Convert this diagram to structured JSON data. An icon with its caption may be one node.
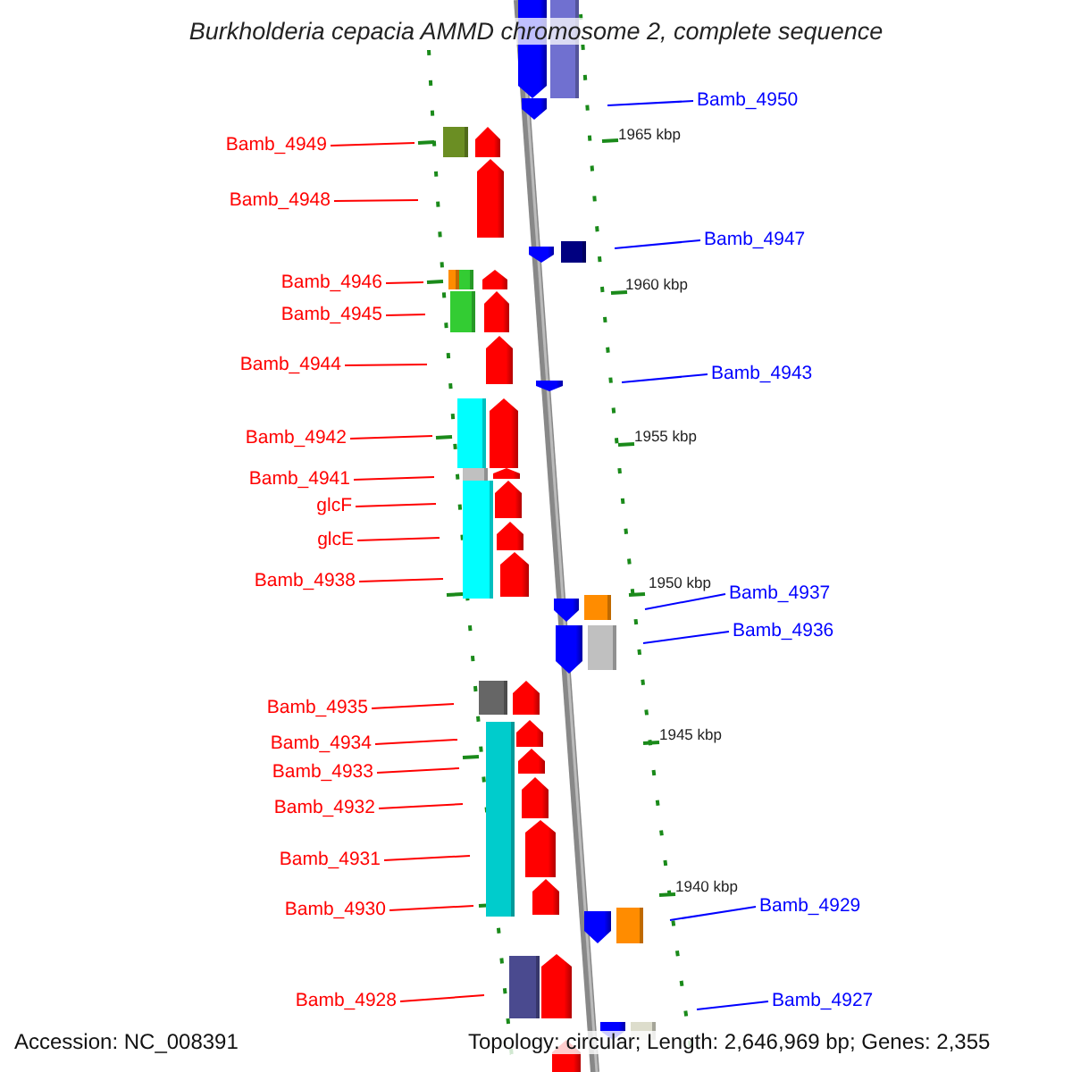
{
  "diagram": {
    "title": "Burkholderia cepacia AMMD chromosome 2, complete sequence",
    "nodes": [
      {
        "text": [
          "Bamb_4950"
        ]
      },
      {
        "text": [
          "Bamb_4949"
        ]
      },
      {
        "text": [
          "Bamb_4948"
        ]
      },
      {
        "text": [
          "Bamb_4947"
        ]
      },
      {
        "text": [
          "Bamb_4946"
        ]
      },
      {
        "text": [
          "Bamb_4945"
        ]
      },
      {
        "text": [
          "Bamb_4944"
        ]
      },
      {
        "text": [
          "Bamb_4943"
        ]
      },
      {
        "text": [
          "Bamb_4942"
        ]
      },
      {
        "text": [
          "Bamb_4941"
        ]
      },
      {
        "text": [
          "glcF"
        ]
      },
      {
        "text": [
          "glcE"
        ]
      },
      {
        "text": [
          "Bamb_4938"
        ]
      },
      {
        "text": [
          "Bamb_4937"
        ]
      },
      {
        "text": [
          "Bamb_4936"
        ]
      },
      {
        "text": [
          "Bamb_4935"
        ]
      },
      {
        "text": [
          "Bamb_4934"
        ]
      },
      {
        "text": [
          "Bamb_4933"
        ]
      },
      {
        "text": [
          "Bamb_4932"
        ]
      },
      {
        "text": [
          "Bamb_4931"
        ]
      },
      {
        "text": [
          "Bamb_4929"
        ]
      },
      {
        "text": [
          "Bamb_4930"
        ]
      },
      {
        "text": [
          "Bamb_4928"
        ]
      },
      {
        "text": [
          "Bamb_4927"
        ]
      }
    ],
    "edges": [
      {
        "from": 0,
        "to": null,
        "arrow": "none",
        "color": "#0000ff"
      },
      {
        "from": 1,
        "to": null,
        "arrow": "none"
      },
      {
        "from": 2,
        "to": null,
        "arrow": "none"
      },
      {
        "from": 3,
        "to": null,
        "arrow": "none",
        "color": "#0000ff"
      },
      {
        "from": 4,
        "to": null,
        "arrow": "none"
      },
      {
        "from": 5,
        "to": null,
        "arrow": "none"
      },
      {
        "from": 6,
        "to": null,
        "arrow": "none"
      },
      {
        "from": 7,
        "to": null,
        "arrow": "none",
        "color": "#0000ff"
      },
      {
        "from": 8,
        "to": null,
        "arrow": "none"
      },
      {
        "from": 9,
        "to": null,
        "arrow": "none"
      },
      {
        "from": 10,
        "to": null,
        "arrow": "none"
      },
      {
        "from": 11,
        "to": null,
        "arrow": "none"
      },
      {
        "from": 12,
        "to": null,
        "arrow": "none"
      },
      {
        "from": 13,
        "to": null,
        "arrow": "none",
        "color": "#0000ff"
      },
      {
        "from": 14,
        "to": null,
        "arrow": "none",
        "color": "#0000ff"
      },
      {
        "from": 15,
        "to": null,
        "arrow": "none"
      },
      {
        "from": 16,
        "to": null,
        "arrow": "none"
      },
      {
        "from": 17,
        "to": null,
        "arrow": "none"
      },
      {
        "from": 18,
        "to": null,
        "arrow": "none"
      },
      {
        "from": 19,
        "to": null,
        "arrow": "none"
      },
      {
        "from": 20,
        "to": null,
        "arrow": "none",
        "color": "#0000ff"
      },
      {
        "from": 21,
        "to": null,
        "arrow": "none"
      },
      {
        "from": 22,
        "to": null,
        "arrow": "none"
      },
      {
        "from": 23,
        "to": null,
        "arrow": "none",
        "color": "#0000ff"
      }
    ],
    "labels": [
      "1965 kbp",
      "1960 kbp",
      "1955 kbp",
      "1950 kbp",
      "1945 kbp",
      "1940 kbp",
      "Accession: NC_008391",
      "Topology: circular; Length: 2,646,969 bp; Genes: 2,355"
    ]
  }
}
